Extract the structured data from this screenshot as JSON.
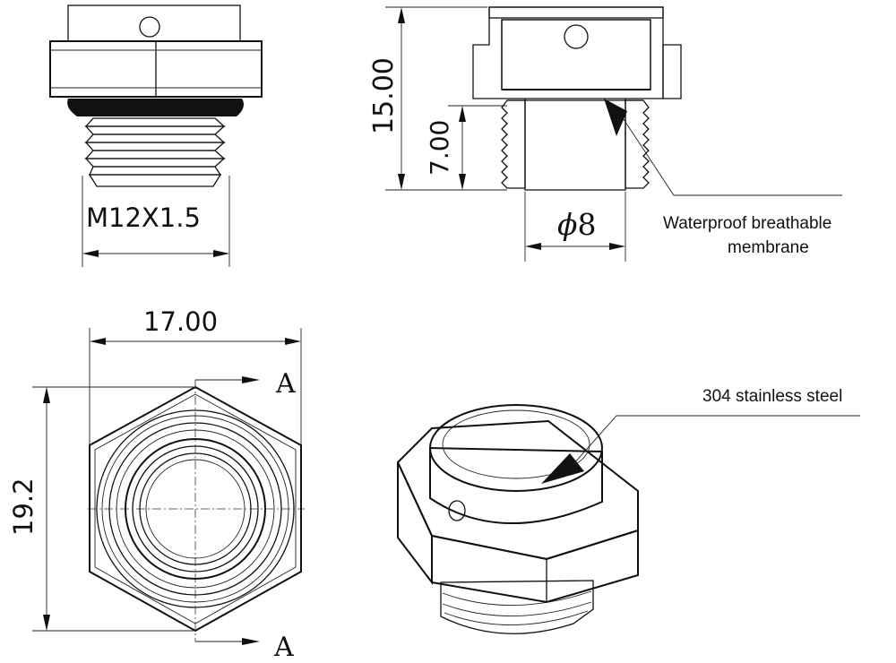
{
  "dimensions": {
    "thread": "M12X1.5",
    "total_height": "15.00",
    "thread_length": "7.00",
    "bore_diameter_symbol": "ϕ",
    "bore_diameter_value": "8",
    "across_flats": "17.00",
    "across_corners": "19.2"
  },
  "section_marks": {
    "top": "A",
    "bottom": "A"
  },
  "callouts": {
    "membrane_line1": "Waterproof breathable",
    "membrane_line2": "membrane",
    "material": "304 stainless steel"
  }
}
